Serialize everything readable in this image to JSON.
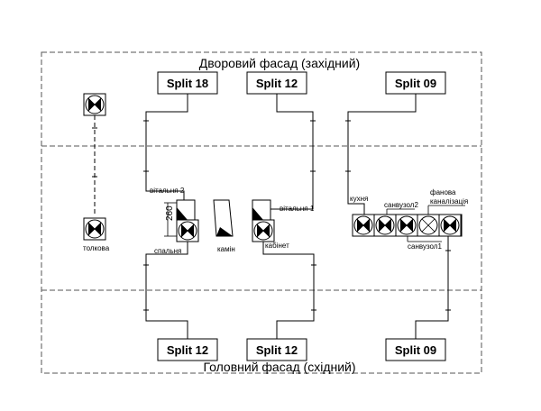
{
  "facades": {
    "top": "Дворовий фасад (західний)",
    "bottom": "Головний фасад (східний)"
  },
  "units": {
    "top_left": "Split 18",
    "top_mid": "Split 12",
    "top_right": "Split 09",
    "bottom_left": "Split 12",
    "bottom_mid": "Split 12",
    "bottom_right": "Split 09"
  },
  "rooms": {
    "toilet": "толкова",
    "living2": "вітальня 2",
    "living1": "вітальня 1",
    "bedroom": "спальня",
    "fireplace": "камін",
    "office": "кабінет",
    "kitchen": "кухня",
    "bath2": "санвузол2",
    "bath1": "санвузол1",
    "sewer": "фанова\nканалізація"
  },
  "dimension": "260"
}
